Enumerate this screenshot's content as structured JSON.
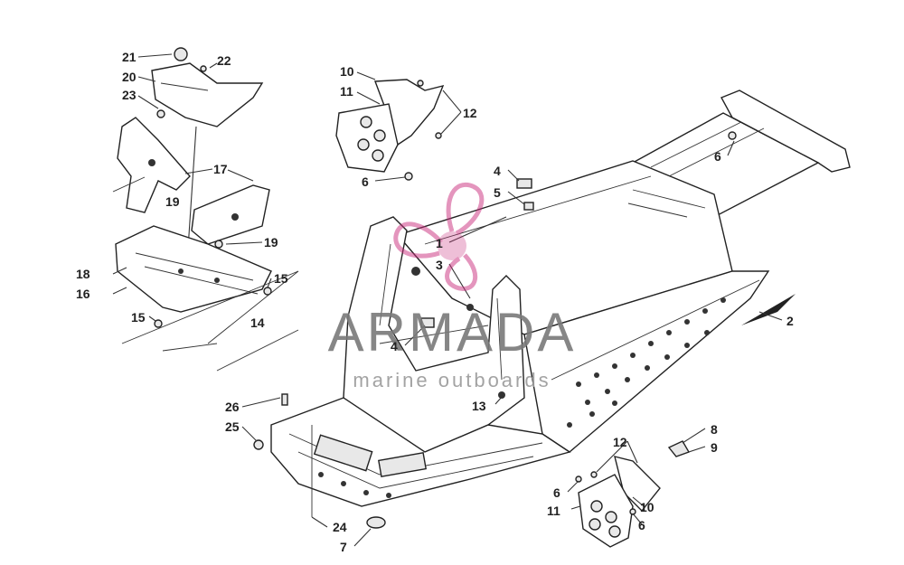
{
  "watermark": {
    "brand": "ARMADA",
    "tagline": "marine outboards",
    "logo_color": "#c8287a"
  },
  "callouts": {
    "c1": "1",
    "c2": "2",
    "c3": "3",
    "c4a": "4",
    "c4b": "4",
    "c5": "5",
    "c6a": "6",
    "c6b": "6",
    "c6c": "6",
    "c6d": "6",
    "c7": "7",
    "c8": "8",
    "c9": "9",
    "c10a": "10",
    "c10b": "10",
    "c11a": "11",
    "c11b": "11",
    "c12a": "12",
    "c12b": "12",
    "c13": "13",
    "c14": "14",
    "c15a": "15",
    "c15b": "15",
    "c16": "16",
    "c17": "17",
    "c18": "18",
    "c19a": "19",
    "c19b": "19",
    "c20": "20",
    "c21": "21",
    "c22": "22",
    "c23": "23",
    "c24": "24",
    "c25": "25",
    "c26": "26"
  }
}
